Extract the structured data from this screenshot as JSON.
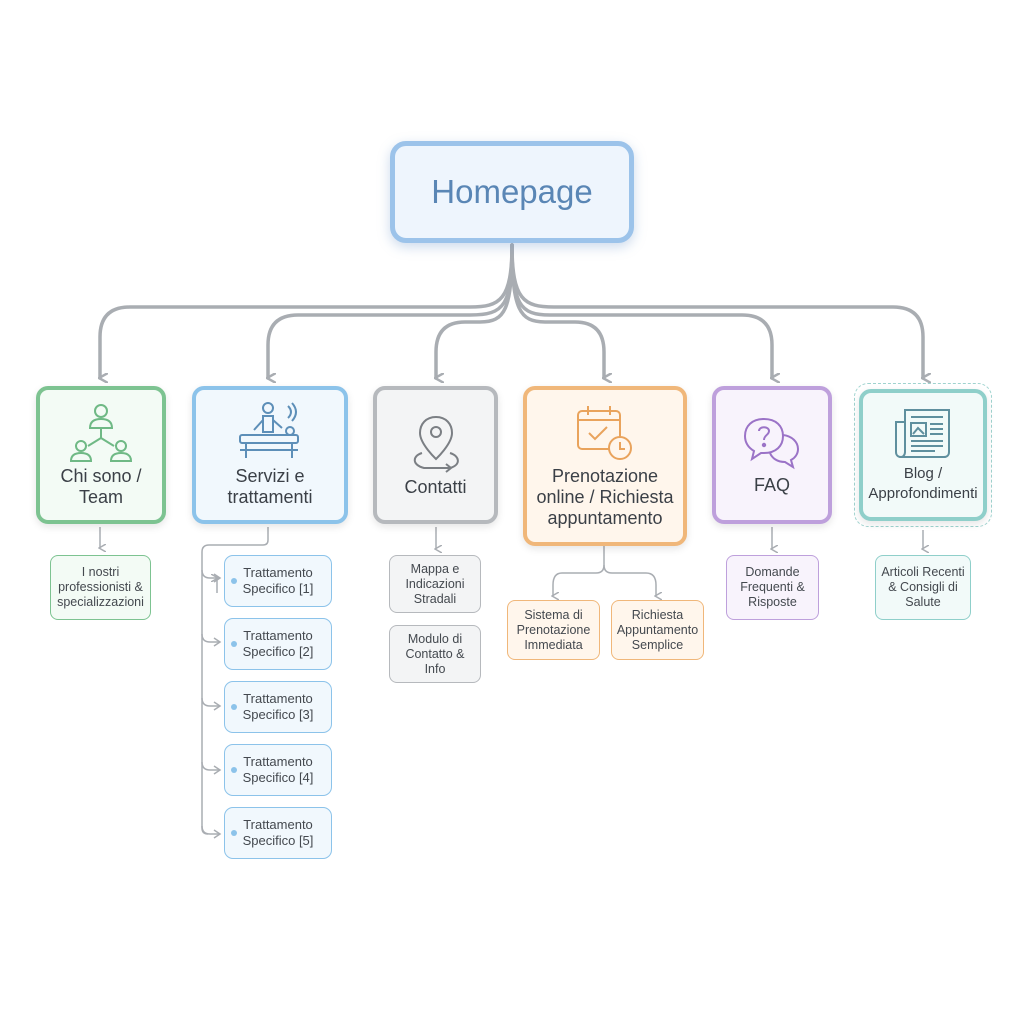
{
  "root": {
    "label": "Homepage"
  },
  "sections": {
    "team": {
      "label": "Chi sono / Team",
      "icon": "team-icon",
      "children": [
        "I nostri professionisti & specializzazioni"
      ]
    },
    "services": {
      "label": "Servizi e trattamenti",
      "icon": "massage-treatment-icon",
      "children": [
        "Trattamento Specifico [1]",
        "Trattamento Specifico [2]",
        "Trattamento Specifico [3]",
        "Trattamento Specifico [4]",
        "Trattamento Specifico [5]"
      ]
    },
    "contacts": {
      "label": "Contatti",
      "icon": "location-pin-icon",
      "children": [
        "Mappa e Indicazioni Stradali",
        "Modulo di Contatto & Info"
      ]
    },
    "booking": {
      "label": "Prenotazione online / Richiesta appuntamento",
      "icon": "calendar-clock-icon",
      "children": [
        "Sistema di Prenotazione Immediata",
        "Richiesta Appuntamento Semplice"
      ]
    },
    "faq": {
      "label": "FAQ",
      "icon": "question-chat-icon",
      "children": [
        "Domande Frequenti & Risposte"
      ]
    },
    "blog": {
      "label": "Blog / Approfondimenti",
      "icon": "newspaper-icon",
      "children": [
        "Articoli Recenti & Consigli di Salute"
      ]
    }
  },
  "colors": {
    "root": "#9cc3ea",
    "team": "#7dc391",
    "services": "#8cc3ea",
    "contacts": "#b6b9bd",
    "booking": "#f0b77a",
    "faq": "#bea0dc",
    "blog": "#8fcfca",
    "connector": "#a9adb2"
  }
}
